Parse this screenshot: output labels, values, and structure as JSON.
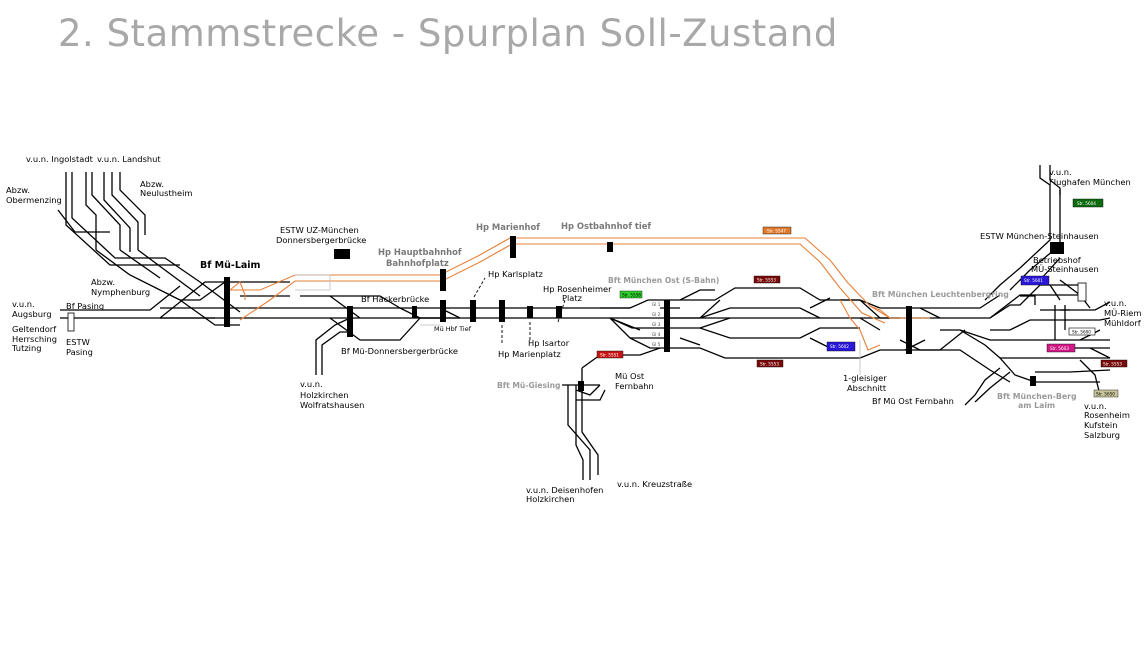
{
  "title": "2. Stammstrecke - Spurplan Soll-Zustand",
  "colors": {
    "track": "#000000",
    "new_line": "#e8813a",
    "grey_text": "#8a8a8a"
  },
  "labels": {
    "ingolstadt": "v.u.n. Ingolstadt",
    "landshut": "v.u.n. Landshut",
    "obermenzing_1": "Abzw.",
    "obermenzing_2": "Obermenzing",
    "neulustheim_1": "Abzw.",
    "neulustheim_2": "Neulustheim",
    "nymphenburg_1": "Abzw.",
    "nymphenburg_2": "Nymphenburg",
    "bf_mue_laim": "Bf Mü-Laim",
    "augsburg_1": "v.u.n.",
    "augsburg_2": "Augsburg",
    "bf_pasing": "Bf Pasing",
    "geltendorf_1": "Geltendorf",
    "geltendorf_2": "Herrsching",
    "geltendorf_3": "Tutzing",
    "estw_pasing_1": "ESTW",
    "estw_pasing_2": "Pasing",
    "estw_uz_1": "ESTW UZ-München",
    "estw_uz_2": "Donnersbergerbrücke",
    "hp_hbf_1": "Hp Hauptbahnhof",
    "hp_hbf_2": "Bahnhofplatz",
    "hp_marienhof": "Hp Marienhof",
    "hp_ostbf_tief": "Hp Ostbahnhof tief",
    "hp_karlsplatz": "Hp Karlsplatz",
    "bf_hackerbruecke": "Bf Hackerbrücke",
    "mue_hbf_tief": "Mü Hbf Tief",
    "bf_donnersberger": "Bf Mü-Donnersbergerbrücke",
    "holzkirchen_1": "v.u.n.",
    "holzkirchen_2": "Holzkirchen",
    "holzkirchen_3": "Wolfratshausen",
    "hp_marienplatz": "Hp Marienplatz",
    "hp_isartor": "Hp Isartor",
    "hp_rosenheimer_1": "Hp Rosenheimer",
    "hp_rosenheimer_2": "Platz",
    "bft_ost_sbahn": "Bft München Ost (S-Bahn)",
    "bft_giesing": "Bft Mü-Giesing",
    "mue_ost_fb_1": "Mü Ost",
    "mue_ost_fb_2": "Fernbahn",
    "deisenhofen_1": "v.u.n. Deisenhofen",
    "deisenhofen_2": "Holzkirchen",
    "kreuzstrasse": "v.u.n. Kreuzstraße",
    "leuchtenbergring": "Bft München Leuchtenbergring",
    "eingleisig_1": "1-gleisiger",
    "eingleisig_2": "Abschnitt",
    "bf_ost_fernbahn": "Bf Mü Ost Fernbahn",
    "bft_berg_1": "Bft München-Berg",
    "bft_berg_2": "am Laim",
    "flughafen_1": "v.u.n.",
    "flughafen_2": "Flughafen München",
    "estw_steinhausen": "ESTW München-Steinhausen",
    "bw_steinhausen_1": "Betriebshof",
    "bw_steinhausen_2": "MÜ-Steinhausen",
    "riem_1": "v.u.n.",
    "riem_2": "MÜ-Riem",
    "riem_3": "Mühldorf",
    "rosenheim_1": "v.u.n.",
    "rosenheim_2": "Rosenheim",
    "rosenheim_3": "Kufstein",
    "rosenheim_4": "Salzburg"
  },
  "track_labels": [
    "Gl 1",
    "Gl 2",
    "Gl 3",
    "Gl 4",
    "Gl 5"
  ],
  "badges": {
    "b5547": "Str. 5547",
    "b5558": "Str. 5558",
    "b5553a": "Str. 5553",
    "b5553b": "Str. 5553",
    "b5553c": "Str. 5553",
    "b5600": "Str. 5600",
    "bgreen2": "Str. 5604",
    "bblue1": "Str. 5601",
    "bblue2": "Str. 5602",
    "bmag": "Str. 5603",
    "bred": "Str. 5551",
    "bgrey": "Str. 5650"
  }
}
